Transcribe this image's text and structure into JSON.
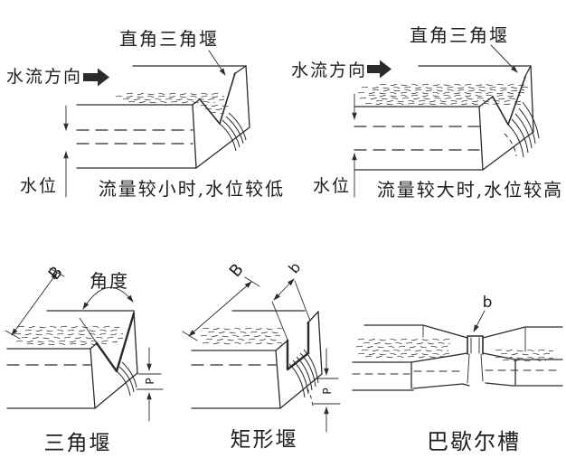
{
  "colors": {
    "ink": "#2b2b2b",
    "background": "#ffffff"
  },
  "panels": {
    "top_left": {
      "weir_label": "直角三角堰",
      "flow_label": "水流方向",
      "level_label": "水位",
      "caption": "流量较小时,水位较低"
    },
    "top_right": {
      "weir_label": "直角三角堰",
      "flow_label": "水流方向",
      "level_label": "水位",
      "caption": "流量较大时,水位较高"
    },
    "bottom_left": {
      "width_label": "B",
      "angle_label": "角度",
      "height_label": "P",
      "caption": "三角堰"
    },
    "bottom_middle": {
      "width_label": "B",
      "notch_label": "b",
      "height_label": "P",
      "caption": "矩形堰"
    },
    "bottom_right": {
      "throat_label": "b",
      "caption": "巴歇尔槽"
    }
  }
}
